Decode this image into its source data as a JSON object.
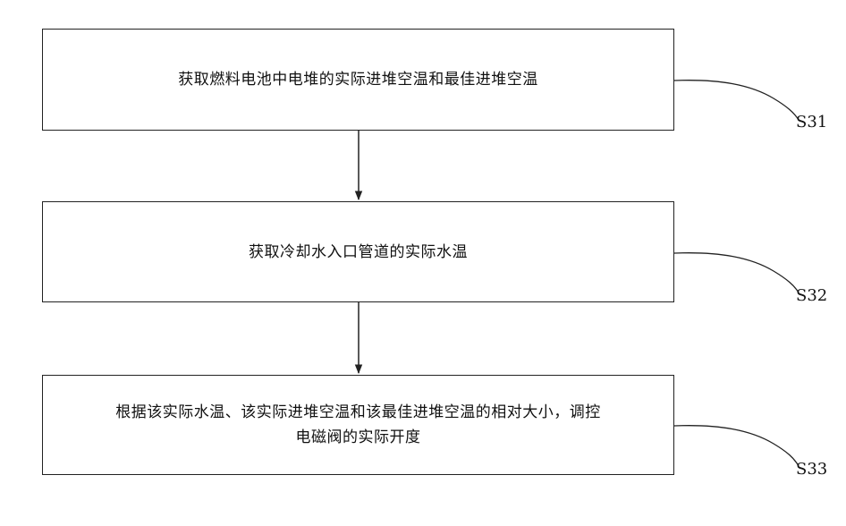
{
  "steps": [
    {
      "lines": [
        "获取燃料电池中电堆的实际进堆空温和最佳进堆空温"
      ],
      "label": "S31"
    },
    {
      "lines": [
        "获取冷却水入口管道的实际水温"
      ],
      "label": "S32"
    },
    {
      "lines": [
        "根据该实际水温、该实际进堆空温和该最佳进堆空温的相对大小，调控",
        "电磁阀的实际开度"
      ],
      "label": "S33"
    }
  ]
}
